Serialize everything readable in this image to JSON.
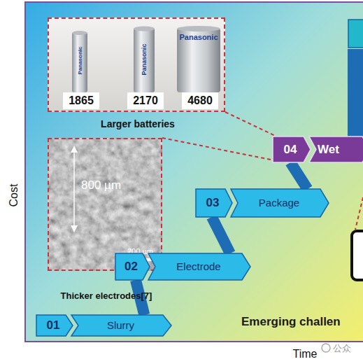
{
  "diagram": {
    "nodes": [
      {
        "text": [
          "1865",
          "2170",
          "4680",
          "Larger batteries"
        ]
      },
      {
        "text": [
          "800 µm",
          "200 µm",
          "Thicker electrodes[7]"
        ]
      },
      {
        "text": [
          "01",
          "Slurry"
        ]
      },
      {
        "text": [
          "02",
          "Electrode"
        ]
      },
      {
        "text": [
          "03",
          "Package"
        ]
      },
      {
        "text": [
          "04",
          "Wet"
        ]
      }
    ],
    "edges": [
      {
        "from": 2,
        "to": 3,
        "arrow": "none"
      },
      {
        "from": 3,
        "to": 4,
        "arrow": "none"
      },
      {
        "from": 4,
        "to": 5,
        "arrow": "none"
      },
      {
        "from": 0,
        "to": 5,
        "arrow": "none"
      },
      {
        "from": 1,
        "to": 5,
        "arrow": "none"
      }
    ],
    "labels": [
      "Cost",
      "Time",
      "Panasonic",
      "Panasonic",
      "Panasonic",
      "Emerging challen",
      "公众"
    ]
  }
}
